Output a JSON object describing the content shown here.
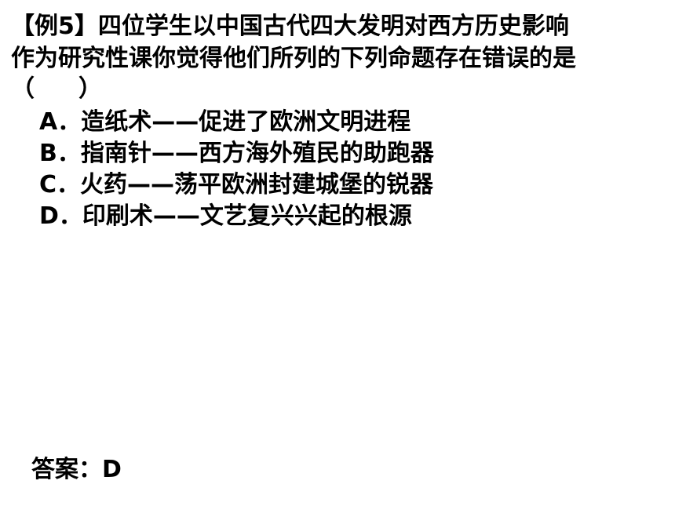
{
  "question": {
    "line1": "【例5】四位学生以中国古代四大发明对西方历史影响",
    "line2": "作为研究性课你觉得他们所列的下列命题存在错误的是",
    "paren_open": "（",
    "paren_close": "）"
  },
  "options": [
    {
      "label": "A．造纸术——促进了欧洲文明进程"
    },
    {
      "label": "B．指南针——西方海外殖民的助跑器"
    },
    {
      "label": "C．火药——荡平欧洲封建城堡的锐器"
    },
    {
      "label": "D．印刷术——文艺复兴兴起的根源"
    }
  ],
  "answer": {
    "text": "答案：D"
  }
}
